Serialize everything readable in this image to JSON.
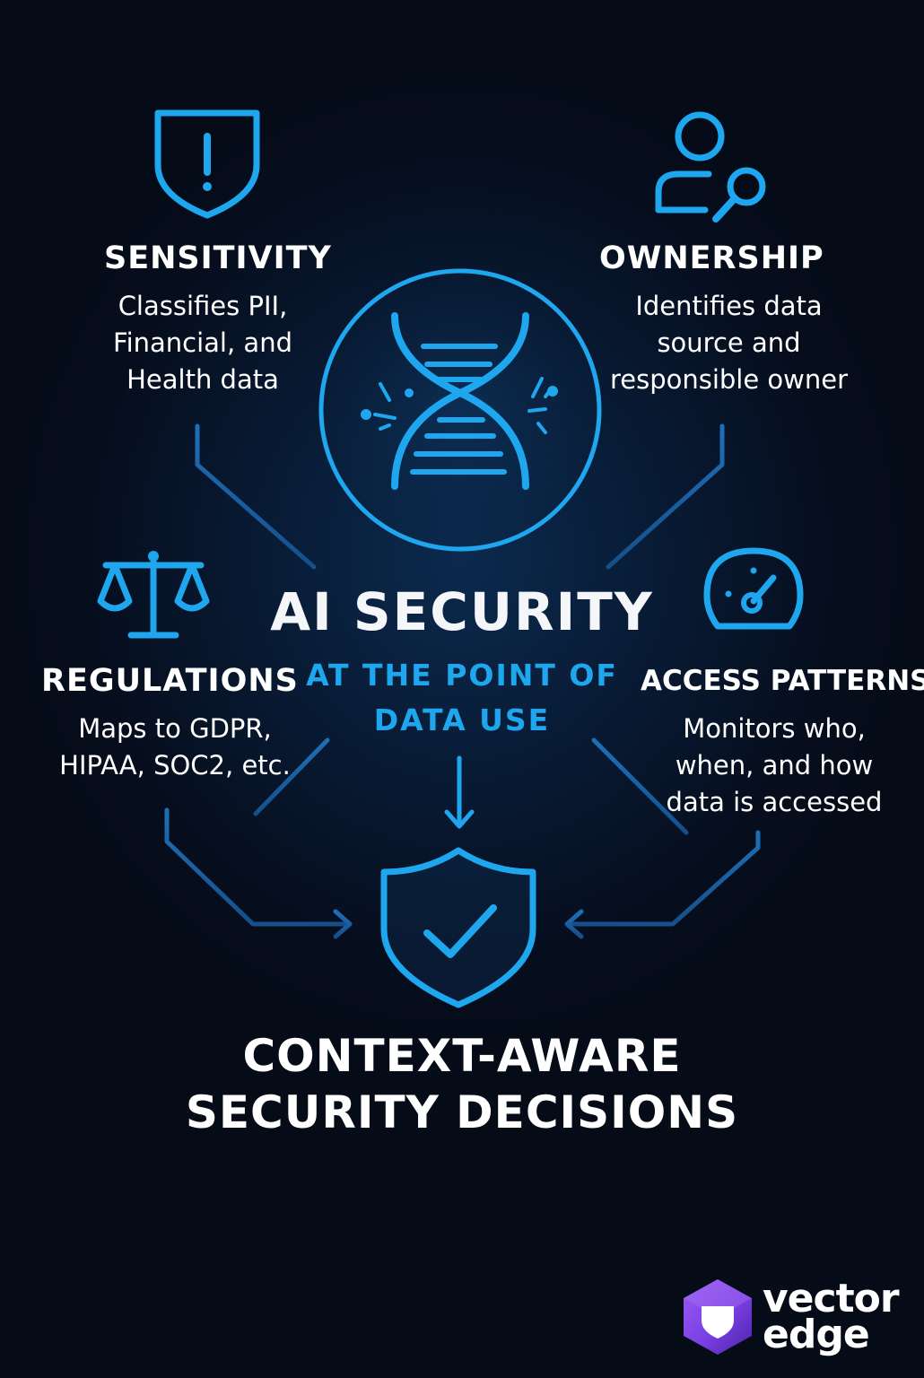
{
  "center": {
    "title": "AI SECURITY",
    "subtitle_line1": "AT THE POINT OF",
    "subtitle_line2": "DATA USE"
  },
  "factors": {
    "sensitivity": {
      "title": "SENSITIVITY",
      "lines": [
        "Classifies PII,",
        "Financial, and",
        "Health data"
      ],
      "icon": "shield-alert-icon"
    },
    "ownership": {
      "title": "OWNERSHIP",
      "lines": [
        "Identifies data",
        "source and",
        "responsible owner"
      ],
      "icon": "user-search-icon"
    },
    "regulations": {
      "title": "REGULATIONS",
      "lines": [
        "Maps to GDPR,",
        "HIPAA, SOC2, etc."
      ],
      "icon": "scales-icon"
    },
    "access_patterns": {
      "title": "ACCESS PATTERNS",
      "lines": [
        "Monitors who,",
        "when, and how",
        "data is accessed"
      ],
      "icon": "gauge-icon"
    }
  },
  "outcome": {
    "line1": "CONTEXT-AWARE",
    "line2": "SECURITY DECISIONS",
    "icon": "shield-check-icon"
  },
  "brand": {
    "line1": "vector",
    "line2": "edge",
    "icon": "vectoredge-logo-icon"
  },
  "colors": {
    "accent": "#1ea7ef",
    "connector": "#1f6fb5",
    "background": "#060e1e",
    "text": "#ffffff",
    "logo_purple": "#7b3fe4"
  }
}
